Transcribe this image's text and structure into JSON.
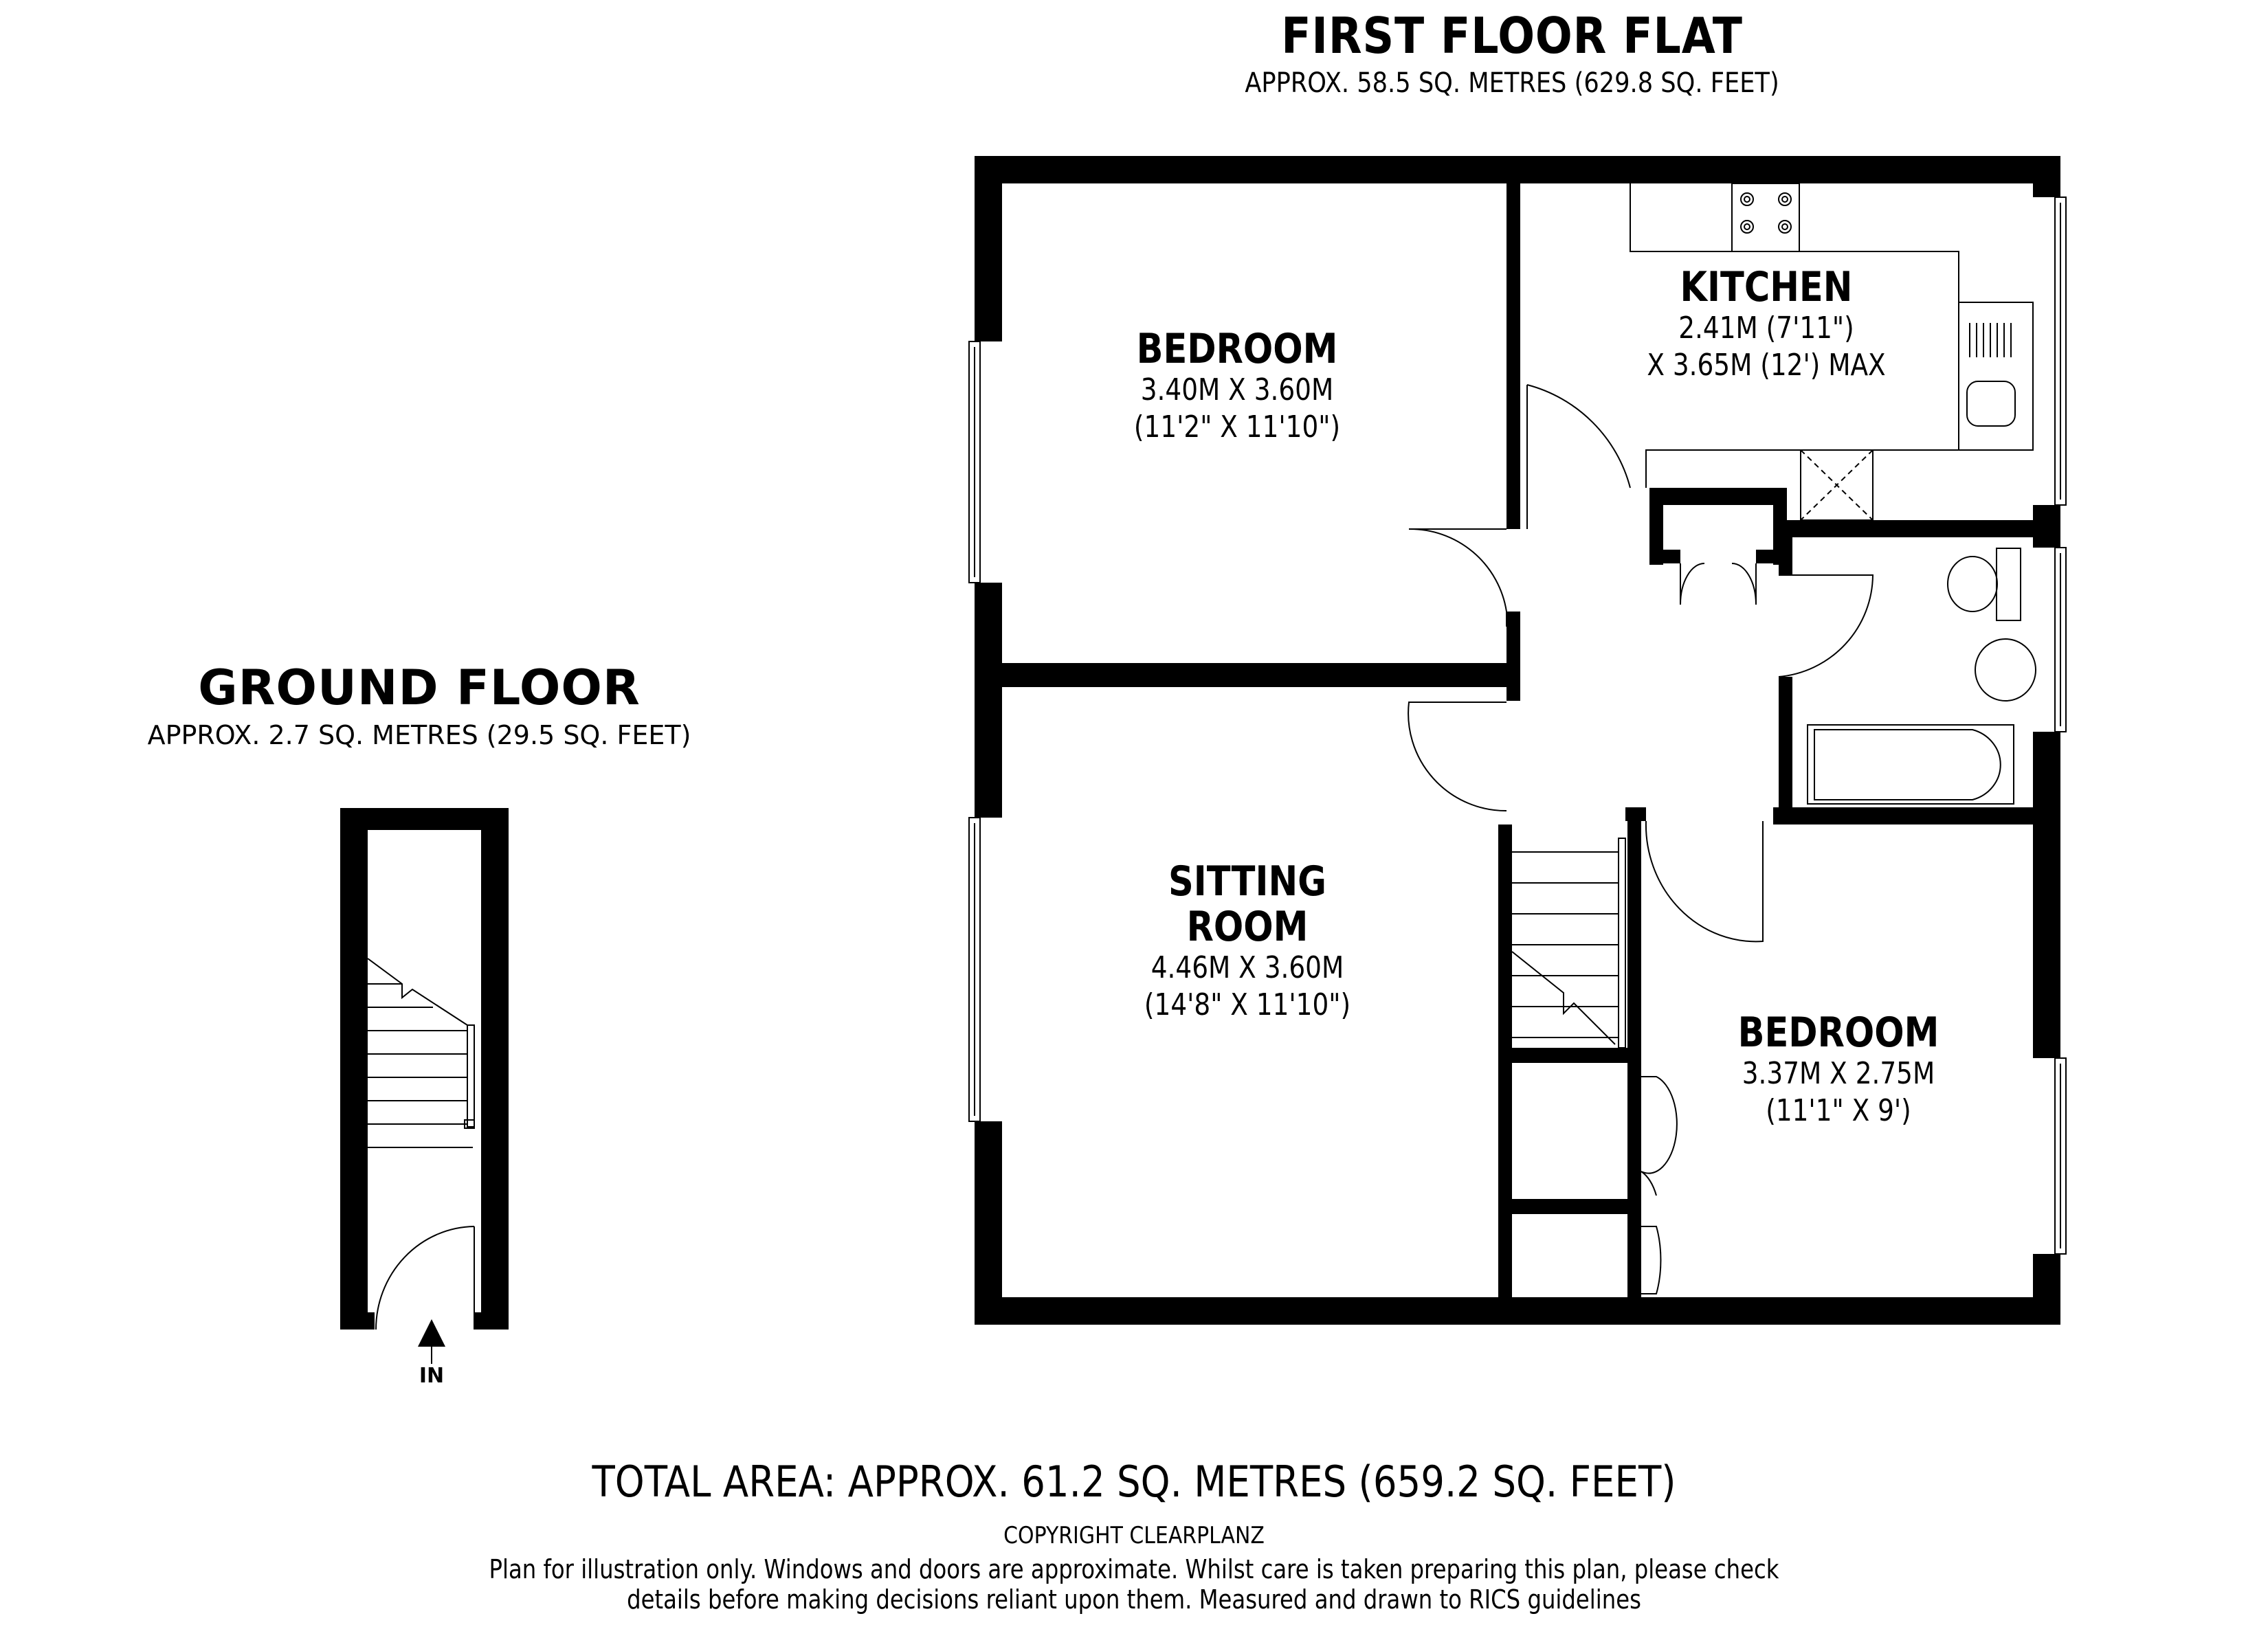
{
  "first_floor": {
    "title": "FIRST FLOOR FLAT",
    "area": "APPROX. 58.5 SQ. METRES (629.8 SQ. FEET)",
    "rooms": [
      {
        "name": "BEDROOM",
        "dim1": "3.40M X 3.60M",
        "dim2": "(11'2\" X 11'10\")"
      },
      {
        "name": "KITCHEN",
        "dim1": "2.41M (7'11\")",
        "dim2": "X 3.65M (12') MAX"
      },
      {
        "name": "SITTING",
        "name2": "ROOM",
        "dim1": "4.46M X 3.60M",
        "dim2": "(14'8\" X 11'10\")"
      },
      {
        "name": "BEDROOM",
        "dim1": "3.37M X 2.75M",
        "dim2": "(11'1\" X 9')"
      }
    ]
  },
  "ground_floor": {
    "title": "GROUND FLOOR",
    "area": "APPROX. 2.7 SQ. METRES (29.5 SQ. FEET)",
    "entrance_label": "IN"
  },
  "footer": {
    "total_area": "TOTAL AREA: APPROX. 61.2 SQ. METRES (659.2 SQ. FEET)",
    "copyright": "COPYRIGHT CLEARPLANZ",
    "disclaimer_line1": "Plan for illustration only. Windows and doors are approximate. Whilst care is taken preparing this plan, please check",
    "disclaimer_line2": "details before making decisions reliant upon them. Measured and drawn to RICS guidelines"
  },
  "colors": {
    "wall": "#000000",
    "background": "#ffffff",
    "line": "#000000"
  }
}
